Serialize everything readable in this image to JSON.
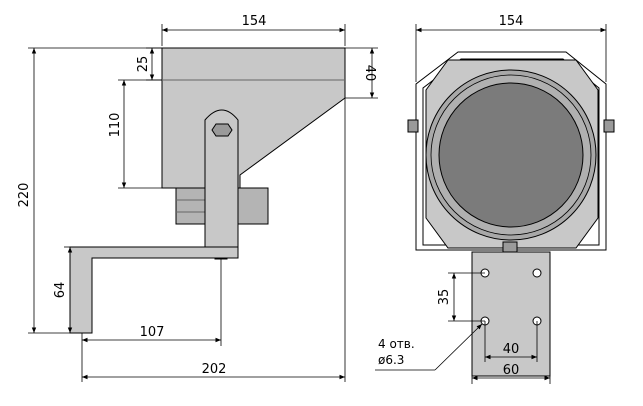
{
  "side_view": {
    "width_top": "154",
    "dim_25": "25",
    "dim_40": "40",
    "dim_110": "110",
    "height_total": "220",
    "dim_64": "64",
    "dim_107": "107",
    "width_total": "202"
  },
  "front_view": {
    "width_top": "154",
    "dim_35": "35",
    "dim_40": "40",
    "dim_60": "60",
    "holes_label": "4 отв.",
    "holes_diameter": "ø6.3"
  },
  "colors": {
    "housing": "#c8c8c8",
    "housing_dark": "#b4b4b4",
    "lens": "#7b7b7b",
    "ring": "#a8a8a8",
    "line": "#000000"
  }
}
